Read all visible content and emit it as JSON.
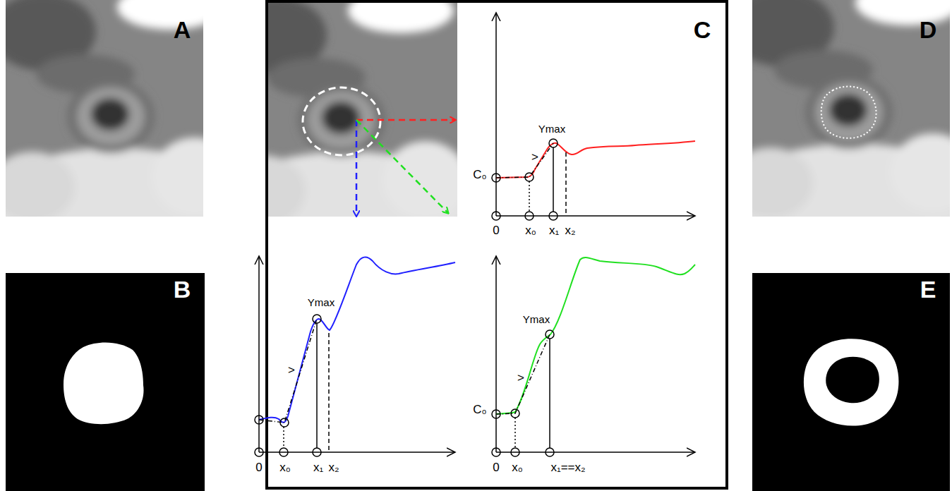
{
  "diagram": {
    "labels": [
      "A",
      "B",
      "C",
      "D",
      "E",
      "Ymax",
      "C₀",
      "0",
      "x₀",
      "x₁",
      "x₂",
      ">",
      "Ymax",
      "0",
      "x₀",
      "x₁",
      "x₂",
      ">",
      "Ymax",
      "C₀",
      "0",
      "x₀",
      "x₁==x₂",
      ">"
    ]
  }
}
